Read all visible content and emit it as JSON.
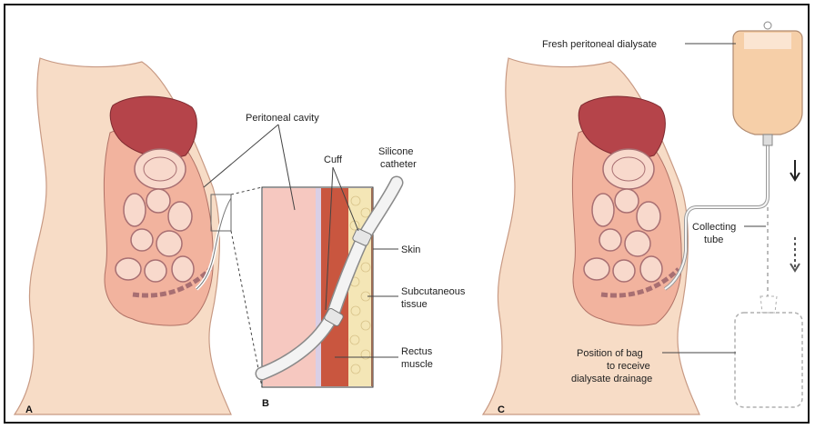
{
  "figure": {
    "panels": {
      "a": "A",
      "b": "B",
      "c": "C"
    },
    "labels": {
      "peritoneal_cavity": "Peritoneal cavity",
      "cuff": "Cuff",
      "silicone_catheter_1": "Silicone",
      "silicone_catheter_2": "catheter",
      "skin": "Skin",
      "subcutaneous_1": "Subcutaneous",
      "subcutaneous_2": "tissue",
      "rectus_1": "Rectus",
      "rectus_2": "muscle",
      "fresh_dialysate": "Fresh peritoneal dialysate",
      "collecting_1": "Collecting",
      "collecting_2": "tube",
      "position_1": "Position of bag",
      "position_2": "to receive",
      "position_3": "dialysate drainage"
    }
  },
  "colors": {
    "skin": "#f7dcc6",
    "skin_outline": "#c89a84",
    "liver": "#b5444a",
    "peritoneum": "#f2b39e",
    "intestine_fill": "#f8d9cc",
    "intestine_outline": "#a86f72",
    "muscle": "#c9563f",
    "fat": "#f4e6b6",
    "dialysate": "#f6cfa8"
  }
}
